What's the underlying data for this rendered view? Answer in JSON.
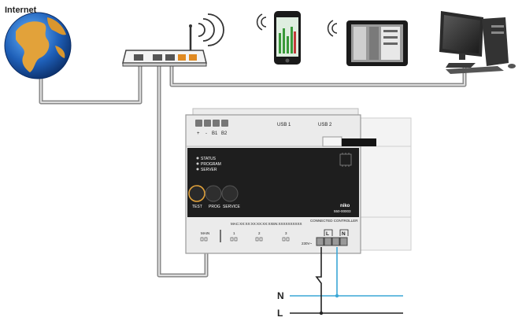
{
  "labels": {
    "internet": "Internet",
    "usb1": "USB 1",
    "usb2": "USB 2",
    "bus_plus": "+",
    "bus_minus": "-",
    "b1": "B1",
    "b2": "B2",
    "status": "STATUS",
    "program": "PROGRAM",
    "server": "SERVER",
    "test": "TEST",
    "prog": "PROG",
    "service": "SERVICE",
    "brand": "niko",
    "product_code": "550-00003",
    "mac": "MAC:XX:XX:XX:XX:XX:XX",
    "sn": "SN:XXXXXXXXXX",
    "main": "MAIN",
    "out1": "1",
    "out2": "2",
    "out3": "3",
    "connected_controller": "CONNECTED CONTROLLER",
    "v230": "230V~",
    "terminal_l": "L",
    "terminal_n": "N",
    "line_n": "N",
    "line_l": "L"
  },
  "colors": {
    "cable": "#8a8a8a",
    "neutral": "#3aa7d6",
    "line": "#222222",
    "panel_dark": "#1e1e1e",
    "housing": "#e9e9e9",
    "orange_port": "#e08a22"
  }
}
